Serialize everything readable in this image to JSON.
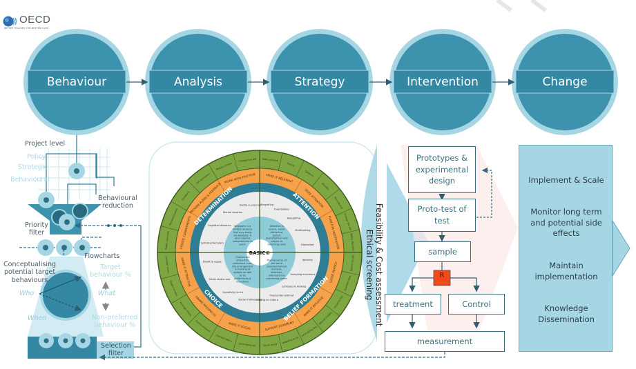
{
  "logo": {
    "name": "OECD",
    "tagline": "BETTER POLICIES FOR BETTER LIVES"
  },
  "stages": [
    {
      "label": "Behaviour"
    },
    {
      "label": "Analysis"
    },
    {
      "label": "Strategy"
    },
    {
      "label": "Intervention"
    },
    {
      "label": "Change"
    }
  ],
  "behaviour_panel": {
    "project_level": "Project level",
    "levels": [
      "Policy",
      "Strategic",
      "Behavioural"
    ],
    "behavioural_reduction": "Behavioural\nreduction",
    "priority_filter": "Priority\nfilter",
    "flowcharts": "Flowcharts",
    "conceptualising": "Conceptualising\npotential target\nbehaviours",
    "who": "Who",
    "when": "When",
    "what": "What",
    "target_behaviour": "Target\nbehaviour %",
    "non_preferred": "Non-preferred\nbehaviour %",
    "selection_filter": "Selection\nfilter"
  },
  "basic_wheel": {
    "center": "BASIC©",
    "quadrants": [
      {
        "name": "DETERMINATION",
        "core": "Willpower is a limited resource that may easily be depleted. It also requires competencies to exert.",
        "items": [
          "Self-directed blame",
          "Cognitive dissonance",
          "Mental taxation",
          "Inertia & procrastination"
        ],
        "strategies": [
          "CREATE COMMITMENTS",
          "PROVIDE PLANS & FEEDBACK",
          "WORK WITH FRICTION"
        ],
        "tools": [
          "Public commitment",
          "Personal commitment",
          "Feedback",
          "Set reminders",
          "Reduce choice friction",
          "Change the default"
        ]
      },
      {
        "name": "ATTENTION",
        "core": "Attention is scarce, easily distracted, quickly overwhelmed and subject to switching costs",
        "items": [
          "Forgetting",
          "Overlooking",
          "Relegating",
          "Multitasking",
          "Distracted"
        ],
        "strategies": [
          "MAKE IT RELEVANT",
          "SEIZE ATTENTION",
          "PLAN FOR INATTENTION"
        ],
        "tools": [
          "State-of-mind",
          "Timing",
          "Salience",
          "Novelty",
          "Re-ordering",
          "Change the default",
          "Safety Mechanisms"
        ]
      },
      {
        "name": "BELIEF FORMATION",
        "core": "Making sense of the world provided limited memory, attention, information & processing power",
        "items": [
          "Ignoring",
          "Sampling erroneously",
          "Confused & making mistakes",
          "Over/under-estimating",
          "Relying on rules of thumb"
        ],
        "strategies": [
          "GUIDE SEARCH",
          "MAKE IT INTUITIVE",
          "SUPPORT JUDGMENT"
        ],
        "tools": [
          "Search by attributes",
          "Question bias",
          "Intuitive timing",
          "Mental models",
          "Leveraging heuristics",
          "Adapting to heuristics",
          "Social proof"
        ]
      },
      {
        "name": "CHOICE",
        "core": "Choices are shaped by contextual cues, the arrangement & framing of options as well as by preferences & incentives",
        "items": [
          "Social motives, meanings & norms",
          "Sensitivity to framing & arrangements",
          "Sticky status quo",
          "Doubt & regret"
        ],
        "strategies": [
          "MAKE IT SOCIAL",
          "FRAME PROSPECTS",
          "MAKE IT ATTRACTIVE"
        ],
        "tools": [
          "Leveraging social norms",
          "Connect with social identities",
          "Frame prospects",
          "Arrange choices",
          "Trigger emotions",
          "Consider motives & perspectives"
        ]
      }
    ]
  },
  "strategy_side": {
    "line1": "Feasibility & Cost assessment",
    "line2": "Ethical screening"
  },
  "intervention_flow": {
    "prototypes": "Prototypes &\nexperimental\ndesign",
    "proto_test": "Proto-test of\ntest",
    "sample": "sample",
    "randomize": "R",
    "treatment": "treatment",
    "control": "Control",
    "measurement": "measurement"
  },
  "change_panel": {
    "items": [
      "Implement & Scale",
      "Monitor long term\nand potential side\neffects",
      "Maintain\nimplementation",
      "Knowledge\nDissemination"
    ]
  },
  "colors": {
    "teal_dark": "#3b8ea9",
    "teal_light": "#a6d6e4",
    "green": "#7ea743",
    "orange": "#f6a24a",
    "red": "#ee4a1a"
  }
}
